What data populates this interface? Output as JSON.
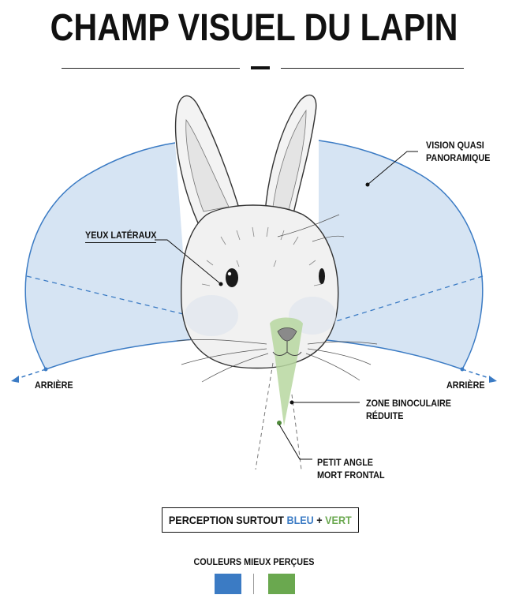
{
  "title": "CHAMP VISUEL DU LAPIN",
  "labels": {
    "panoramic": [
      "VISION QUASI",
      "PANORAMIQUE"
    ],
    "lateral_eyes": "YEUX LATÉRAUX",
    "rear_left": "ARRIÈRE",
    "rear_right": "ARRIÈRE",
    "binocular": [
      "ZONE BINOCULAIRE",
      "RÉDUITE"
    ],
    "blind_spot": [
      "PETIT ANGLE",
      "MORT FRONTAL"
    ]
  },
  "perception": {
    "prefix": "PERCEPTION SURTOUT",
    "blue_word": "BLEU",
    "plus": "+",
    "green_word": "VERT"
  },
  "legend": {
    "title": "COULEURS MIEUX PERÇUES"
  },
  "colors": {
    "field_fill": "#d6e4f3",
    "field_stroke": "#3b7bc4",
    "binocular_fill": "#b7d7a0",
    "swatch_blue": "#3b7bc4",
    "swatch_green": "#6aa84f"
  },
  "illustration": "rabbit-head"
}
